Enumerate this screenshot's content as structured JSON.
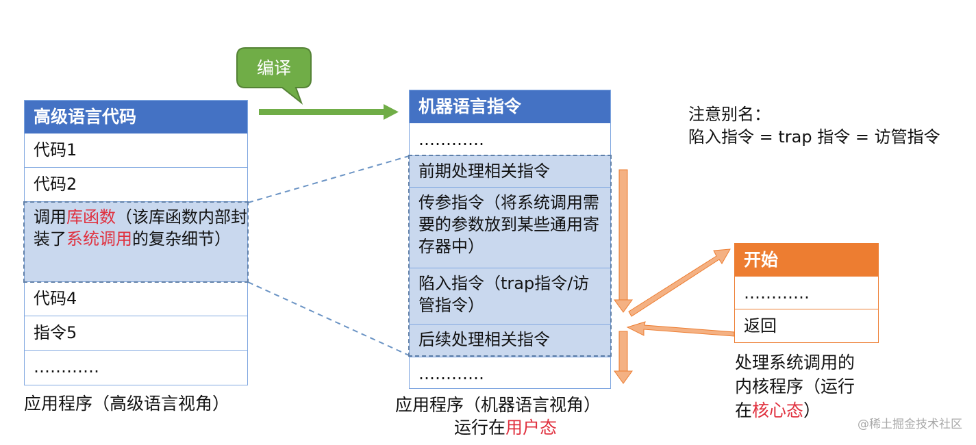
{
  "compile_bubble": {
    "label": "编译"
  },
  "left_table": {
    "header": "高级语言代码",
    "rows": [
      "代码1",
      "代码2"
    ],
    "call_row": {
      "prefix": "调用",
      "lib": "库函数",
      "middle": "（该库函数内部封装了",
      "syscall": "系统调用",
      "suffix": "的复杂细节）"
    },
    "rows_after": [
      "代码4",
      "指令5",
      "…………"
    ],
    "caption": "应用程序（高级语言视角）"
  },
  "middle_table": {
    "header": "机器语言指令",
    "top_ellipsis": "…………",
    "group_rows": [
      "前期处理相关指令",
      "传参指令（将系统调用需要的参数放到某些通用寄存器中）",
      "陷入指令（trap指令/访管指令）",
      "后续处理相关指令"
    ],
    "bottom_ellipsis": "…………",
    "caption_line1": "应用程序（机器语言视角）",
    "caption_line2_prefix": "运行在",
    "caption_line2_red": "用户态"
  },
  "alias_note": {
    "line1": "注意别名：",
    "line2": "陷入指令 = trap 指令 = 访管指令"
  },
  "right_table": {
    "header": "开始",
    "ellipsis": "…………",
    "ret": "返回",
    "caption_line1": "处理系统调用的",
    "caption_line2": "内核程序（运行",
    "caption_line3_prefix": "在",
    "caption_line3_red": "核心态",
    "caption_line3_suffix": "）"
  },
  "watermark": "@稀土掘金技术社区",
  "colors": {
    "blue_header": "#4472c4",
    "highlight": "#c9d8ee",
    "green": "#70ad47",
    "orange": "#ed7d31",
    "red_text": "#e0303e"
  }
}
